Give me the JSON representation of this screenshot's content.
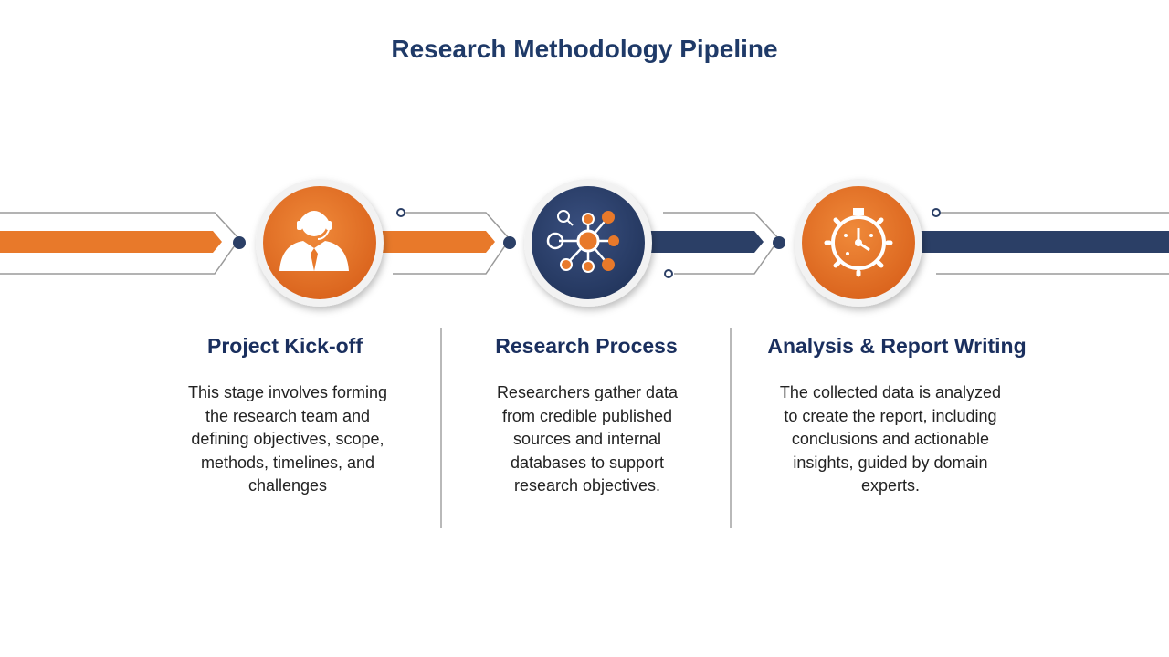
{
  "title": "Research Methodology Pipeline",
  "colors": {
    "orange": "#e8792a",
    "navy": "#2b3f66",
    "title_blue": "#1f3a68"
  },
  "stages": [
    {
      "icon": "person-headset-icon",
      "title": "Project Kick-off",
      "description": "This stage involves forming the research team and defining objectives, scope, methods, timelines, and challenges"
    },
    {
      "icon": "data-network-icon",
      "title": "Research Process",
      "description": "Researchers gather data from credible published sources and internal databases to support research objectives."
    },
    {
      "icon": "gear-clock-icon",
      "title": "Analysis & Report Writing",
      "description": "The collected data is analyzed to create the report, including conclusions and actionable insights, guided by domain experts."
    }
  ]
}
